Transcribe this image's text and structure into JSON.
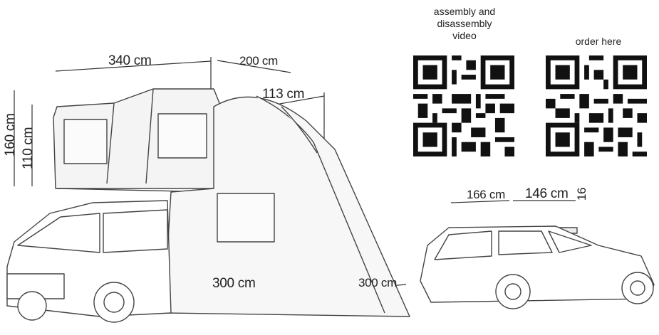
{
  "dimensions": {
    "length": "340 cm",
    "awning_length": "200 cm",
    "awning_height": "113 cm",
    "height_open": "160 cm",
    "height_closed": "110 cm",
    "floor_width": "300 cm",
    "floor_depth": "300 cm",
    "car_length_a": "166 cm",
    "car_length_b": "146 cm",
    "car_height": "16"
  },
  "qr_codes": [
    {
      "caption_line1": "assembly and",
      "caption_line2": "disassembly",
      "caption_line3": "video",
      "icon": "qr-code-icon"
    },
    {
      "caption_line1": "order here",
      "icon": "qr-code-icon"
    }
  ]
}
